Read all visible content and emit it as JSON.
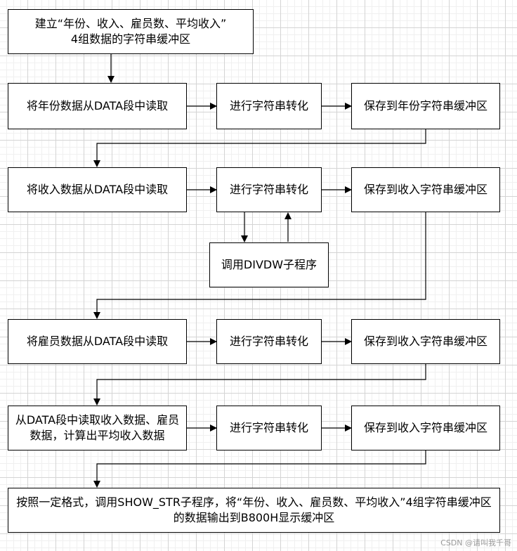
{
  "colors": {
    "stroke": "#000000",
    "box_fill": "#ffffff",
    "grid": "#d4d4d4"
  },
  "nodes": {
    "init": "建立“年份、收入、雇员数、平均收入”\n4组数据的字符串缓冲区",
    "read_year": "将年份数据从DATA段中读取",
    "convert_1": "进行字符串转化",
    "save_year": "保存到年份字符串缓冲区",
    "read_income": "将收入数据从DATA段中读取",
    "convert_2": "进行字符串转化",
    "save_income_1": "保存到收入字符串缓冲区",
    "divdw": "调用DIVDW子程序",
    "read_employee": "将雇员数据从DATA段中读取",
    "convert_3": "进行字符串转化",
    "save_income_2": "保存到收入字符串缓冲区",
    "read_avg": "从DATA段中读取收入数据、雇员数据，计算出平均收入数据",
    "convert_4": "进行字符串转化",
    "save_income_3": "保存到收入字符串缓冲区",
    "output": "按照一定格式，调用SHOW_STR子程序，将“年份、收入、雇员数、平均收入”4组字符串缓冲区的数据输出到B800H显示缓冲区"
  },
  "watermark": "CSDN @请叫我千哥"
}
